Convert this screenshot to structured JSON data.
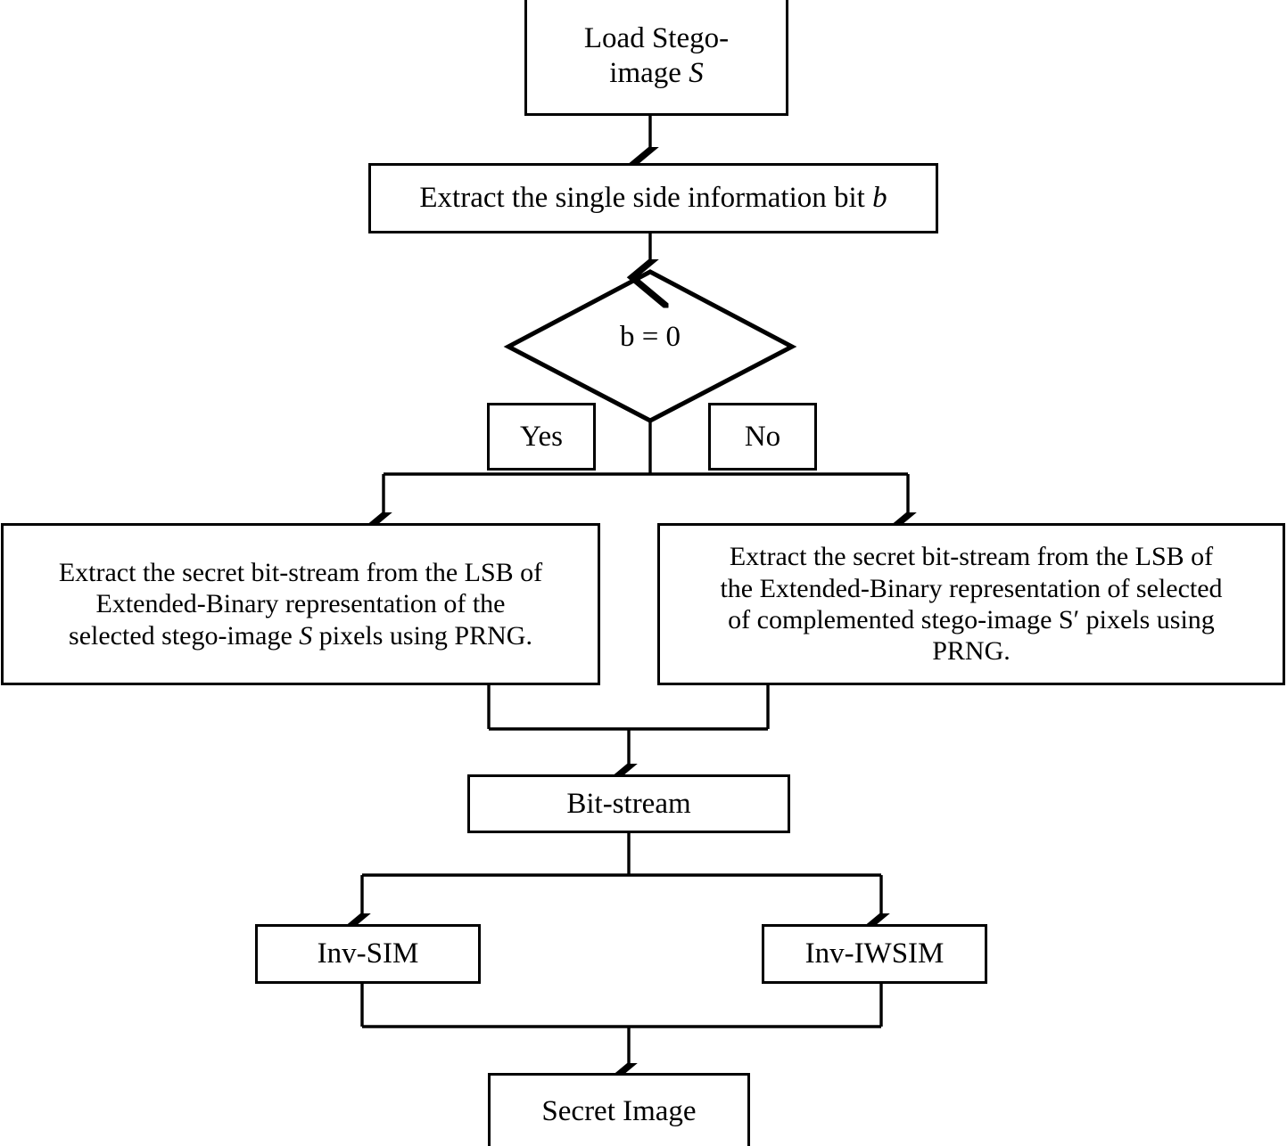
{
  "diagram": {
    "title": "Stego-image secret extraction flowchart",
    "stroke_color": "#000000",
    "fill_color": "#ffffff",
    "nodes": {
      "load_stego": {
        "line1": "Load Stego-",
        "line2_pre": "image ",
        "line2_sym": "S"
      },
      "extract_bit": {
        "text_pre": "Extract the single side information bit ",
        "symbol": "b"
      },
      "decision": {
        "label": "b = 0"
      },
      "yes": {
        "label": "Yes"
      },
      "no": {
        "label": "No"
      },
      "extract_left": {
        "line1": "Extract the secret bit-stream from the LSB of",
        "line2": "Extended-Binary representation of the",
        "line3_pre": "selected stego-image ",
        "line3_sym": "S",
        "line3_post": " pixels using PRNG."
      },
      "extract_right": {
        "line1": "Extract the secret bit-stream from the LSB of",
        "line2": "the Extended-Binary representation of selected",
        "line3_pre": "of  complemented stego-image ",
        "line3_sym": "S′",
        "line3_post": " pixels using",
        "line4": "PRNG."
      },
      "bitstream": {
        "label": "Bit-stream"
      },
      "inv_sim": {
        "label": "Inv-SIM"
      },
      "inv_iwsim": {
        "label": "Inv-IWSIM"
      },
      "secret_image": {
        "label": "Secret Image"
      }
    },
    "edges": [
      {
        "name": "load-to-extract-bit",
        "kind": "arrow-down"
      },
      {
        "name": "extract-bit-to-decision",
        "kind": "arrow-down"
      },
      {
        "name": "decision-to-split-bar",
        "kind": "line-down"
      },
      {
        "name": "split-bar-to-left-box",
        "kind": "elbow-arrow-down"
      },
      {
        "name": "split-bar-to-right-box",
        "kind": "elbow-arrow-down"
      },
      {
        "name": "branches-merge-to-bitstream",
        "kind": "merge-arrow-down"
      },
      {
        "name": "bitstream-to-inv-sim",
        "kind": "elbow-arrow-down"
      },
      {
        "name": "bitstream-to-inv-iwsim",
        "kind": "elbow-arrow-down"
      },
      {
        "name": "inv-merge-to-secret-image",
        "kind": "merge-arrow-down"
      }
    ]
  }
}
